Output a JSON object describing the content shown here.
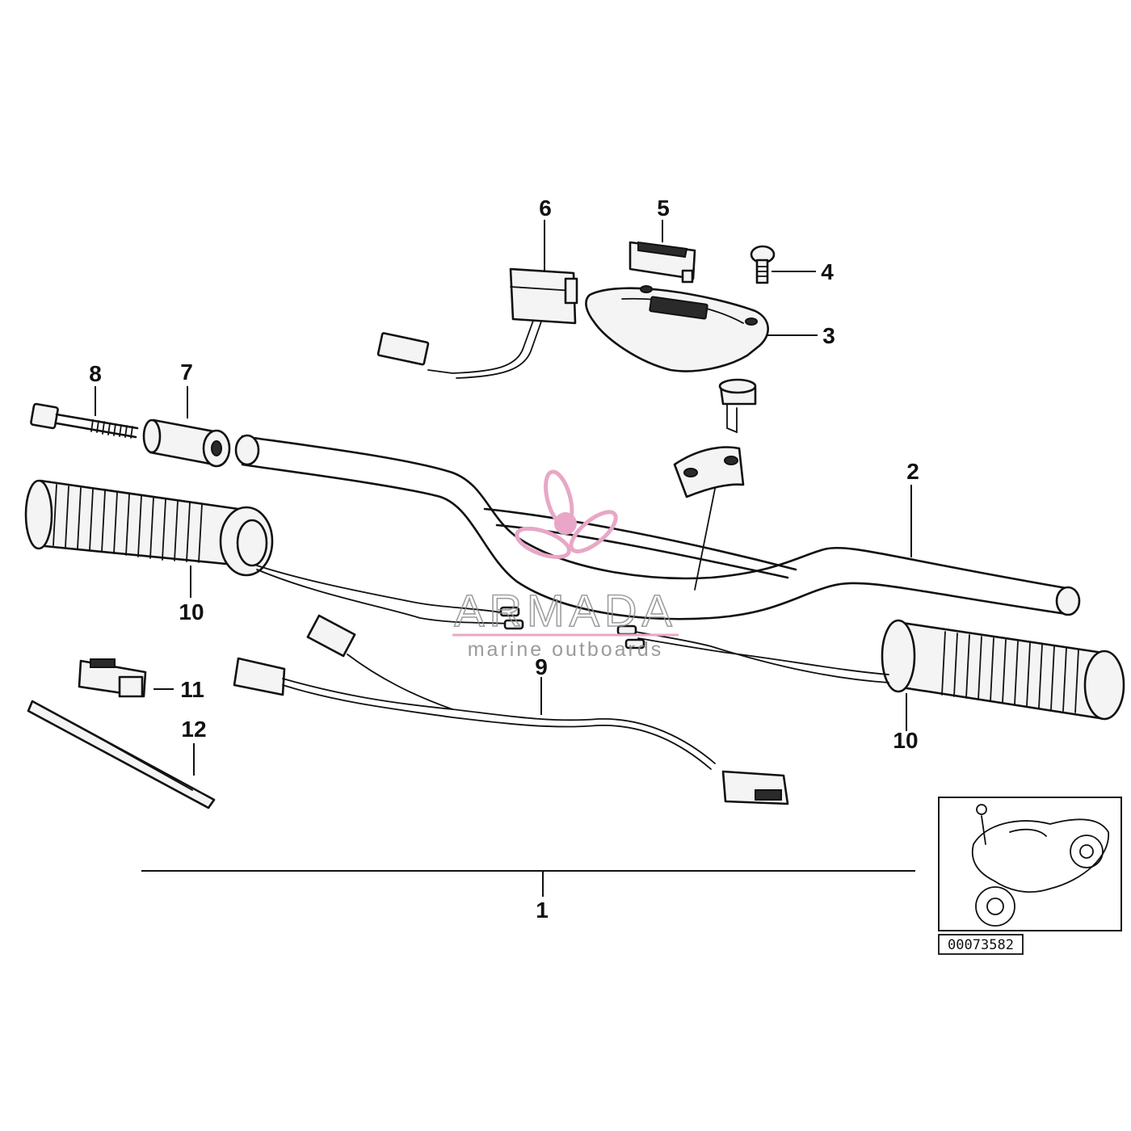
{
  "callouts": {
    "c1": "1",
    "c2": "2",
    "c3": "3",
    "c4": "4",
    "c5": "5",
    "c6": "6",
    "c7": "7",
    "c8": "8",
    "c9": "9",
    "c10a": "10",
    "c10b": "10",
    "c11": "11",
    "c12": "12"
  },
  "drawing_number": "00073582",
  "watermark": {
    "brand": "ARMADA",
    "tagline": "marine outboards",
    "logo_color": "#e8a7c6"
  }
}
